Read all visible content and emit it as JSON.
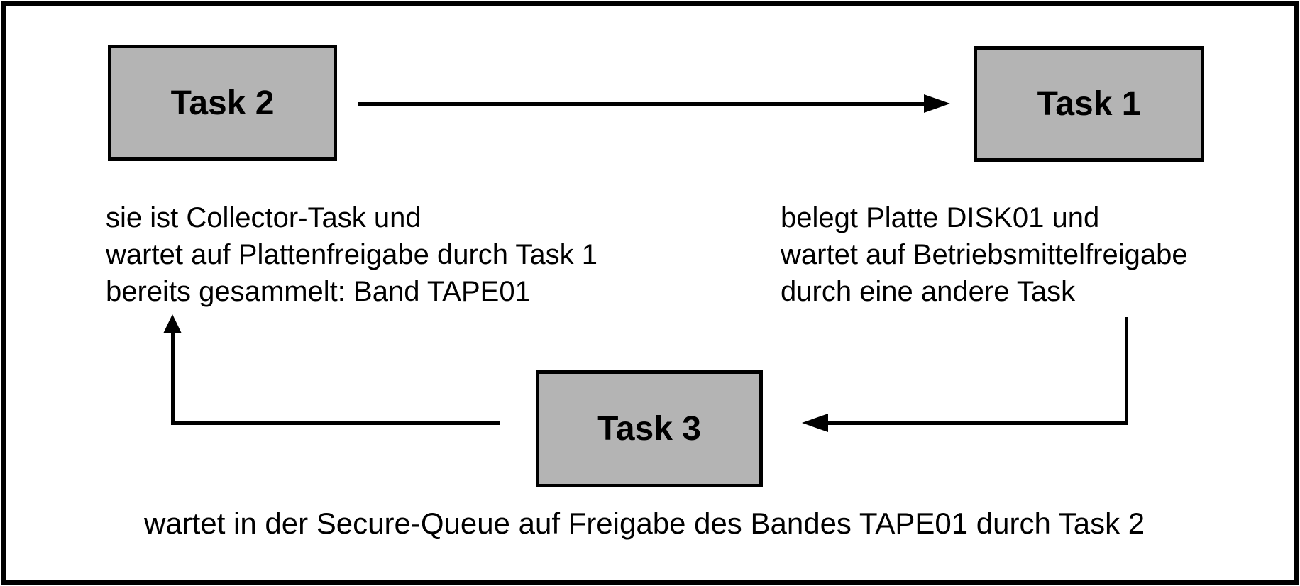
{
  "diagram": {
    "nodes": {
      "task2": {
        "label": "Task 2"
      },
      "task1": {
        "label": "Task 1"
      },
      "task3": {
        "label": "Task 3"
      }
    },
    "notes": {
      "task2": [
        "sie ist Collector-Task und",
        "wartet auf Plattenfreigabe durch Task 1",
        "bereits gesammelt: Band TAPE01"
      ],
      "task1": [
        "belegt Platte DISK01 und",
        "wartet auf Betriebsmittelfreigabe",
        "durch eine andere Task"
      ],
      "task3_caption": "wartet in der Secure-Queue auf Freigabe des Bandes TAPE01 durch Task 2"
    },
    "colors": {
      "node_fill": "#b4b4b4",
      "node_border": "#000000",
      "line": "#000000",
      "text": "#000000",
      "background": "#ffffff"
    }
  }
}
